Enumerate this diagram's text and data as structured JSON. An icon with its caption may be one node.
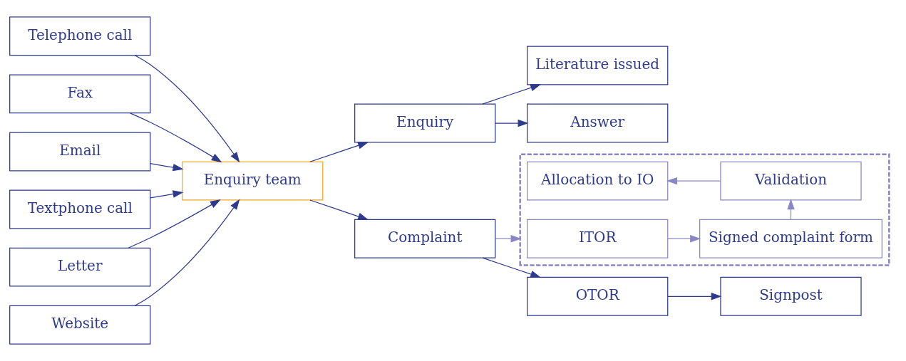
{
  "diagram": {
    "nodes": [
      {
        "text": [
          "Telephone call"
        ]
      },
      {
        "text": [
          "Fax"
        ]
      },
      {
        "text": [
          "Email"
        ]
      },
      {
        "text": [
          "Textphone call"
        ]
      },
      {
        "text": [
          "Letter"
        ]
      },
      {
        "text": [
          "Website"
        ]
      },
      {
        "text": [
          "Enquiry team"
        ]
      },
      {
        "text": [
          "Enquiry"
        ]
      },
      {
        "text": [
          "Complaint"
        ]
      },
      {
        "text": [
          "Literature issued"
        ]
      },
      {
        "text": [
          "Answer"
        ]
      },
      {
        "text": [
          "OTOR"
        ]
      },
      {
        "text": [
          "Signpost"
        ]
      },
      {
        "text": [],
        "shape": "box"
      },
      {
        "text": [
          "ITOR"
        ],
        "in": 13
      },
      {
        "text": [
          "Signed complaint form"
        ],
        "in": 13
      },
      {
        "text": [
          "Validation"
        ],
        "in": 13
      },
      {
        "text": [
          "Allocation to IO"
        ],
        "in": 13
      }
    ],
    "edges": [
      {
        "from": 0,
        "to": 6,
        "arrow": "to"
      },
      {
        "from": 1,
        "to": 6,
        "arrow": "to"
      },
      {
        "from": 2,
        "to": 6,
        "arrow": "to"
      },
      {
        "from": 3,
        "to": 6,
        "arrow": "to"
      },
      {
        "from": 4,
        "to": 6,
        "arrow": "to"
      },
      {
        "from": 5,
        "to": 6,
        "arrow": "to"
      },
      {
        "from": 6,
        "to": 7,
        "arrow": "to"
      },
      {
        "from": 6,
        "to": 8,
        "arrow": "to"
      },
      {
        "from": 7,
        "to": 9,
        "arrow": "to"
      },
      {
        "from": 7,
        "to": 10,
        "arrow": "to"
      },
      {
        "from": 8,
        "to": 11,
        "arrow": "to"
      },
      {
        "from": 11,
        "to": 12,
        "arrow": "to"
      },
      {
        "from": 8,
        "to": 13,
        "arrow": "to",
        "color": "#8a86c4"
      },
      {
        "from": 14,
        "to": 15,
        "arrow": "to",
        "color": "#8a86c4"
      },
      {
        "from": 15,
        "to": 16,
        "arrow": "to",
        "color": "#8a86c4"
      },
      {
        "from": 16,
        "to": 17,
        "arrow": "to",
        "color": "#8a86c4"
      }
    ]
  }
}
